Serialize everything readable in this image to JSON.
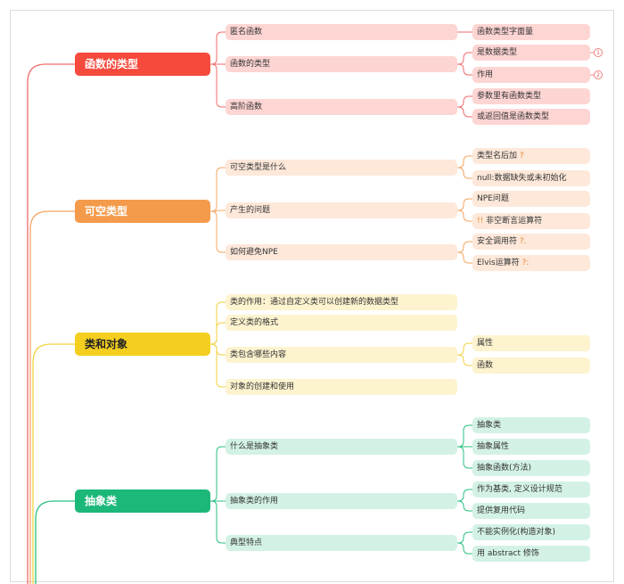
{
  "colors": {
    "red": "#f54a3c",
    "red_light": "#fdd5d3",
    "red_line": "#f06a6a",
    "orange": "#f49b4b",
    "orange_light": "#fde8da",
    "orange_line": "#f4a461",
    "yellow": "#f5cf1f",
    "yellow_light": "#fdf3cf",
    "yellow_line": "#f1d23c",
    "green": "#1cb87a",
    "green_light": "#d3f2e5",
    "green_line": "#28c081"
  },
  "branches": [
    {
      "title": "函数的类型",
      "tone": "red",
      "children": [
        {
          "label": "匿名函数",
          "children": [
            {
              "label": "函数类型字面量"
            }
          ]
        },
        {
          "label": "函数的类型",
          "children": [
            {
              "label": "是数据类型",
              "badge": "1"
            },
            {
              "label": "作用",
              "badge": "2"
            }
          ]
        },
        {
          "label": "高阶函数",
          "children": [
            {
              "label": "参数里有函数类型"
            },
            {
              "label": "或返回值是函数类型"
            }
          ]
        }
      ]
    },
    {
      "title": "可空类型",
      "tone": "orange",
      "children": [
        {
          "label": "可空类型是什么",
          "children": [
            {
              "label": "类型名后加",
              "mark": "?"
            },
            {
              "label": "null:数据缺失或未初始化"
            }
          ]
        },
        {
          "label": "产生的问题",
          "children": [
            {
              "label": "NPE问题"
            },
            {
              "label": "非空断言运算符",
              "prefix": "!!"
            }
          ]
        },
        {
          "label": "如何避免NPE",
          "children": [
            {
              "label": "安全调用符",
              "mark": "?."
            },
            {
              "label": "Elvis运算符",
              "mark": "?:"
            }
          ]
        }
      ]
    },
    {
      "title": "类和对象",
      "tone": "yellow",
      "children": [
        {
          "label": "类的作用：通过自定义类可以创建新的数据类型",
          "children": []
        },
        {
          "label": "定义类的格式",
          "children": []
        },
        {
          "label": "类包含哪些内容",
          "children": [
            {
              "label": "属性"
            },
            {
              "label": "函数"
            }
          ]
        },
        {
          "label": "对象的创建和使用",
          "children": []
        }
      ]
    },
    {
      "title": "抽象类",
      "tone": "green",
      "children": [
        {
          "label": "什么是抽象类",
          "children": [
            {
              "label": "抽象类"
            },
            {
              "label": "抽象属性"
            },
            {
              "label": "抽象函数(方法)"
            }
          ]
        },
        {
          "label": "抽象类的作用",
          "children": [
            {
              "label": "作为基类, 定义设计规范"
            },
            {
              "label": "提供复用代码"
            }
          ]
        },
        {
          "label": "典型特点",
          "children": [
            {
              "label": "不能实例化(构造对象)"
            },
            {
              "label": "用 abstract 修饰"
            }
          ]
        }
      ]
    }
  ]
}
